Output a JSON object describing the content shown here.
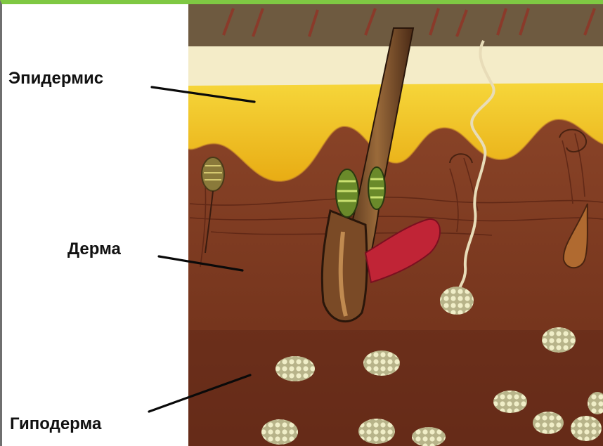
{
  "labels": {
    "epidermis": "Эпидермис",
    "dermis": "Дерма",
    "hypodermis": "Гиподерма"
  },
  "colors": {
    "frame_top": "#7fc843",
    "frame_left": "#6f6f6f",
    "stratum_corneum": "#f4ecc8",
    "epidermis": "#f0c21a",
    "dermis": "#7e3a22",
    "hypodermis": "#6a2c18",
    "hair": "#7a4a2a",
    "fat_cells": "#e8e6b8",
    "muscle": "#c02436"
  }
}
